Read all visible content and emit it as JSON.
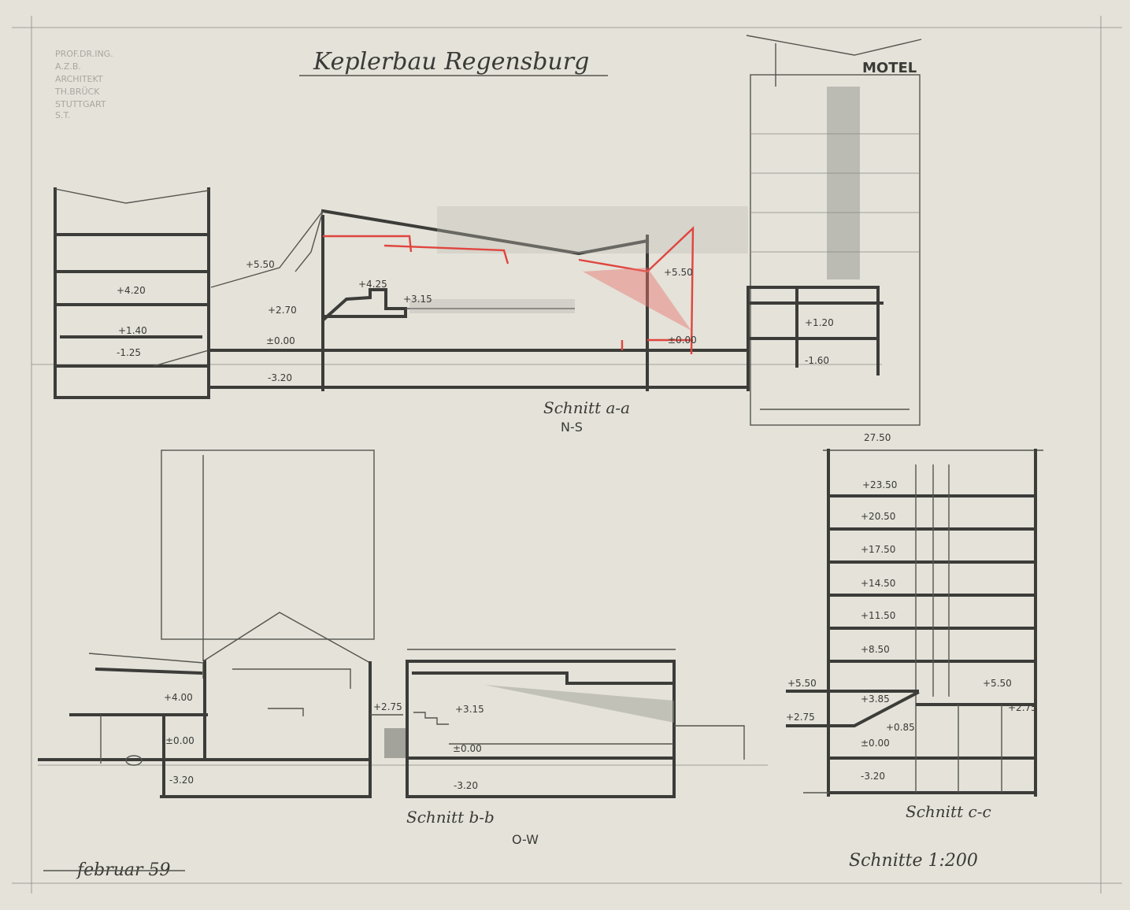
{
  "title": "Keplerbau Regensburg",
  "stamp_lines": [
    "PROF.DR.ING.",
    "A.Z.B.",
    "ARCHITEKT",
    "TH.BRÜCK",
    "STUTTGART",
    "S.T."
  ],
  "motel_sign": "MOTEL",
  "sections": {
    "aa": {
      "label": "Schnitt a-a",
      "orientation": "N-S",
      "levels": {
        "l1": "+4.20",
        "l2": "+1.40",
        "l3": "-1.25",
        "l4": "+5.50",
        "l5": "+4.25",
        "l6": "+2.70",
        "l7": "+3.15",
        "l8": "±0.00",
        "l9": "-3.20",
        "l10": "+5.50",
        "l11": "±0.00",
        "l12": "+1.20",
        "l13": "-1.60"
      }
    },
    "bb": {
      "label": "Schnitt b-b",
      "orientation": "O-W",
      "levels": {
        "l1": "+4.00",
        "l2": "±0.00",
        "l3": "-3.20",
        "l4": "+2.75",
        "l5": "+3.15",
        "l6": "±0.00",
        "l7": "-3.20"
      }
    },
    "cc": {
      "label": "Schnitt c-c",
      "levels": {
        "l1": "27.50",
        "l2": "+23.50",
        "l3": "+20.50",
        "l4": "+17.50",
        "l5": "+14.50",
        "l6": "+11.50",
        "l7": "+8.50",
        "l8": "+5.50",
        "l9": "+3.85",
        "l10": "+5.50",
        "l11": "+2.75",
        "l12": "+0.85",
        "l13": "+2.75",
        "l14": "±0.00",
        "l15": "-3.20"
      }
    }
  },
  "date": "februar 59",
  "scale": "Schnitte 1:200",
  "colors": {
    "paper": "#e4e2d9",
    "pencil": "#3c3c39",
    "red_pencil": "#e0453f"
  }
}
